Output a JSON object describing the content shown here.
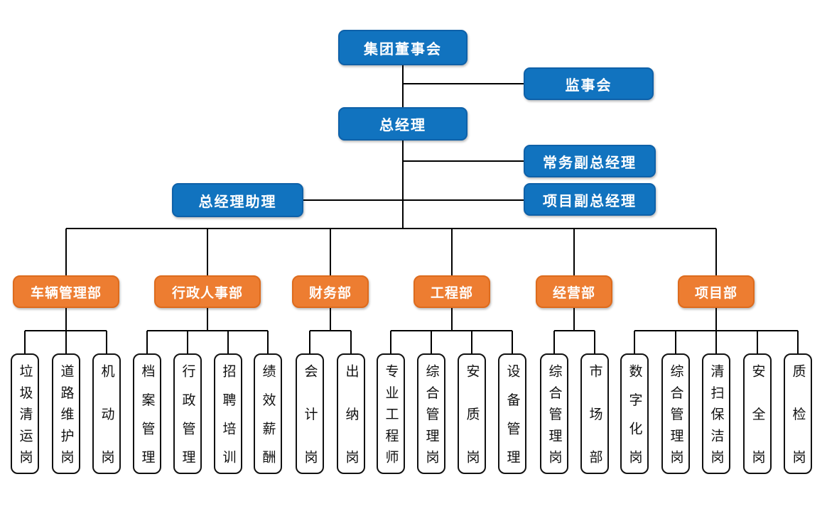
{
  "org": {
    "top": {
      "board": "集团董事会",
      "supervisory": "监事会",
      "gm": "总经理",
      "exec_deputy": "常务副总经理",
      "gm_assistant": "总经理助理",
      "project_deputy": "项目副总经理"
    },
    "departments": [
      {
        "label": "车辆管理部",
        "children": [
          "垃圾清运岗",
          "道路维护岗",
          "机动岗"
        ]
      },
      {
        "label": "行政人事部",
        "children": [
          "档案管理",
          "行政管理",
          "招聘培训",
          "绩效薪酬"
        ]
      },
      {
        "label": "财务部",
        "children": [
          "会计岗",
          "出纳岗"
        ]
      },
      {
        "label": "工程部",
        "children": [
          "专业工程师",
          "综合管理岗",
          "安质岗",
          "设备管理"
        ]
      },
      {
        "label": "经营部",
        "children": [
          "综合管理岗",
          "市场部"
        ]
      },
      {
        "label": "项目部",
        "children": [
          "数字化岗",
          "综合管理岗",
          "清扫保洁岗",
          "安全岗",
          "质检岗"
        ]
      }
    ],
    "colors": {
      "primary_blue": "#1173BF",
      "blue_border": "#0E61A9",
      "accent_orange": "#ED7D31",
      "orange_border": "#DD6B1D",
      "connector_line": "#000000",
      "leaf_border": "#111111",
      "text_on_color": "#FFFFFF"
    }
  }
}
